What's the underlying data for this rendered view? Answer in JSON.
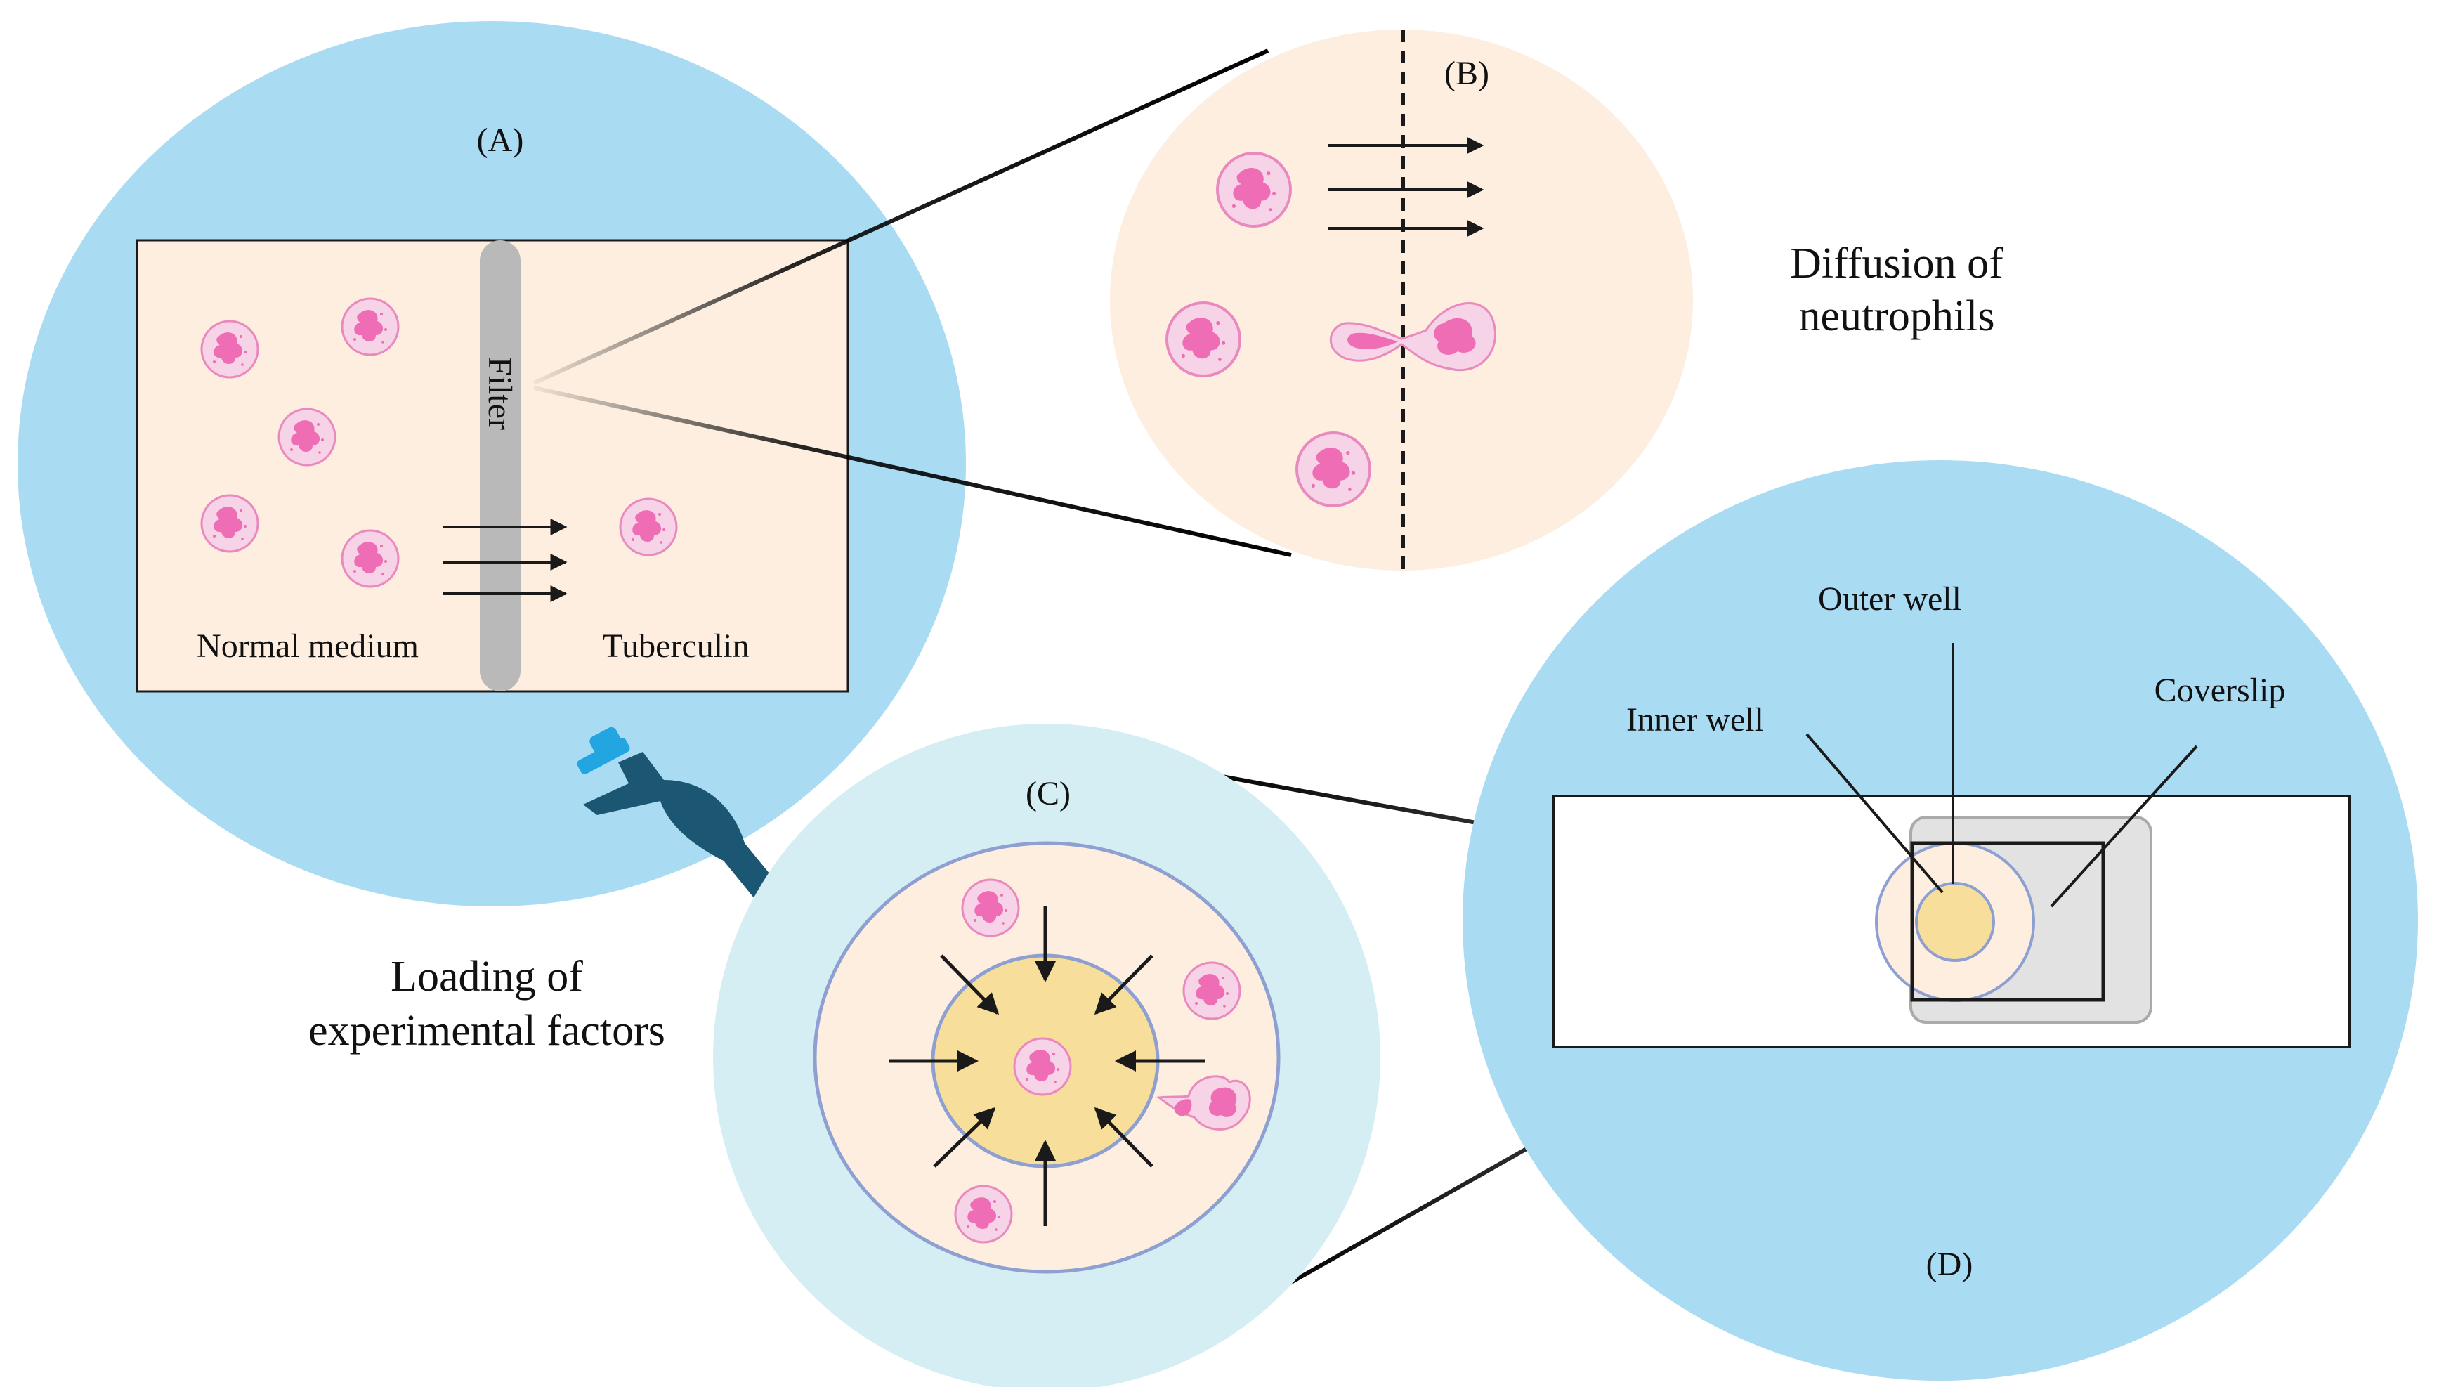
{
  "panels": {
    "a": {
      "label": "(A)",
      "left_label": "Normal medium",
      "right_label": "Tuberculin",
      "filter_label": "Filter"
    },
    "b": {
      "label": "(B)"
    },
    "c": {
      "label": "(C)"
    },
    "d": {
      "label": "(D)",
      "outer_well": "Outer well",
      "inner_well": "Inner well",
      "coverslip": "Coverslip"
    }
  },
  "captions": {
    "diffusion_line1": "Diffusion of",
    "diffusion_line2": "neutrophils",
    "loading_line1": "Loading of",
    "loading_line2": "experimental factors"
  },
  "colors": {
    "panel_blue": "#a9dbf3",
    "panel_light_blue": "#d4eef4",
    "medium_peach": "#fdeee0",
    "inner_yellow": "#f7df9b",
    "cell_pink": "#ee6fb7",
    "filter_gray": "#b9b9b9",
    "pipette_navy": "#1b5773",
    "pipette_tip": "#22a5e1"
  },
  "icons": [
    "neutrophil-icon",
    "pipette-icon",
    "arrow-icon"
  ]
}
